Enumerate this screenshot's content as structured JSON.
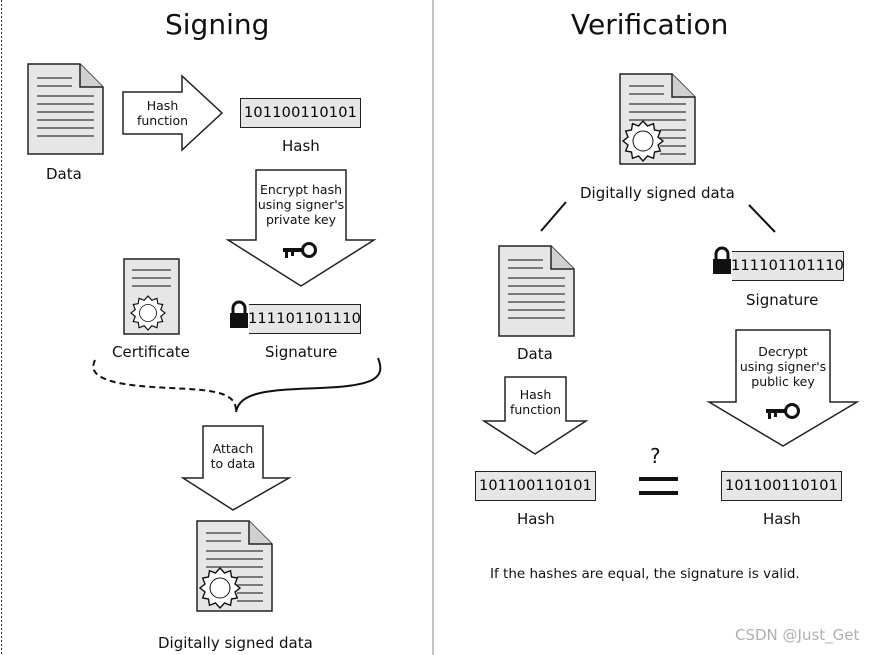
{
  "signing": {
    "title": "Signing",
    "data_label": "Data",
    "hash_function_label": "Hash\nfunction",
    "hash_value": "101100110101",
    "hash_label": "Hash",
    "encrypt_label": "Encrypt hash\nusing signer's\nprivate key",
    "certificate_label": "Certificate",
    "signature_value": "111101101110",
    "signature_label": "Signature",
    "attach_label": "Attach\nto data",
    "signed_data_label": "Digitally signed data"
  },
  "verification": {
    "title": "Verification",
    "signed_data_label": "Digitally signed data",
    "signature_value": "111101101110",
    "signature_label": "Signature",
    "data_label": "Data",
    "hash_function_label": "Hash\nfunction",
    "decrypt_label": "Decrypt\nusing signer's\npublic key",
    "question_mark": "?",
    "hash_left_value": "101100110101",
    "hash_left_label": "Hash",
    "hash_right_value": "101100110101",
    "hash_right_label": "Hash",
    "conclusion": "If the hashes are equal, the signature is valid."
  },
  "watermark": "CSDN @Just_Get",
  "icons": {
    "document": "document-icon",
    "certified_document": "certified-document-icon",
    "certificate": "certificate-icon",
    "lock": "lock-icon",
    "key": "key-icon",
    "arrow": "arrow-icon",
    "equals": "equals-icon"
  }
}
